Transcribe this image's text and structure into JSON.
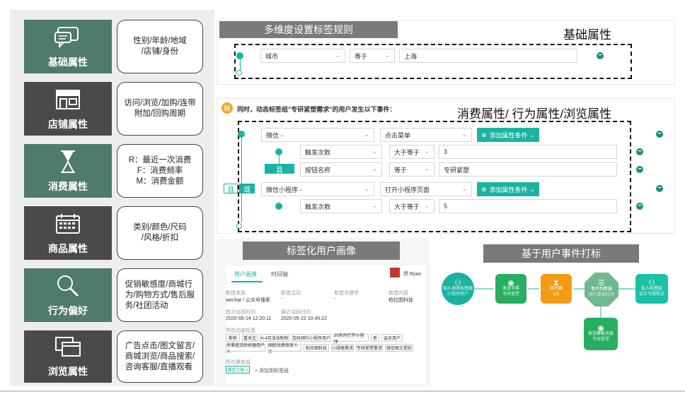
{
  "categories": [
    {
      "name": "基础属性",
      "icon": "chat-icon",
      "desc": "性别/年龄/地域\n/店铺/身份"
    },
    {
      "name": "店铺属性",
      "icon": "store-icon",
      "desc": "访问/浏览/加购/连带\n附加/回购周期"
    },
    {
      "name": "消费属性",
      "icon": "hourglass-icon",
      "desc": "R：最近一次消费\nF：消费频率\nM：消费金额"
    },
    {
      "name": "商品属性",
      "icon": "calendar-icon",
      "desc": "类别/颜色/尺码\n/风格/折扣"
    },
    {
      "name": "行为偏好",
      "icon": "magnifier-icon",
      "desc": "促销敏感度/商城行\n为/购物方式/售后服\n务/社团活动"
    },
    {
      "name": "浏览属性",
      "icon": "windows-icon",
      "desc": "广告点击/图文留言/\n商城浏览/商品搜索/\n咨询客服/直播观看"
    }
  ],
  "rule_panel": {
    "title": "多维度设置标签规则",
    "basic_label": "基础属性",
    "row1": {
      "field": "城市",
      "op": "等于",
      "value": "上海"
    }
  },
  "event_panel": {
    "header": "同时，动态标签组\"专研紧塑需求\"的用户发生以下事件：",
    "big_label": "消费属性/ 行为属性/浏览属性",
    "ev1": {
      "source": "微信 -",
      "action": "点击菜单",
      "add_btn": "添加属性条件"
    },
    "ev1_cond1": {
      "field": "触发次数",
      "op": "大于等于",
      "value": "3"
    },
    "ev1_cond2": {
      "field": "按钮名称",
      "op": "等于",
      "value": "专研紧塑"
    },
    "and_tag": "且",
    "and_tag2": "且",
    "or_tag": "或",
    "ev2": {
      "source": "微信小程序 -",
      "action": "打开小程序页面",
      "add_btn": "添加属性条件"
    },
    "ev2_cond1": {
      "field": "触发次数",
      "op": "大于等于",
      "value": "5"
    }
  },
  "profile": {
    "title": "标签化用户画像",
    "tabs": [
      "用户画像",
      "时间轴"
    ],
    "user_name": "然 Ryan",
    "fields": [
      {
        "label": "新建来源",
        "value": "wechat / 公众号搜索"
      },
      {
        "label": "新建活动",
        "value": "-"
      },
      {
        "label": "新建关键字",
        "value": "-"
      },
      {
        "label": "新建内容",
        "value": "柏拉图科技"
      }
    ],
    "first_visit_label": "首次出现时间",
    "first_visit": "2020-05-14 12:20:11",
    "last_visit_label": "最近活跃时间",
    "last_visit": "2020-05-22 10:45:22",
    "dyn_label": "所在动态标签",
    "chips_row1": [
      "新粉",
      "重关注",
      "H.4月活动新粉",
      "宝妈预约小程序用户",
      "30天内打开小程序",
      "男",
      "会员用户"
    ],
    "chips_row2": [
      "多渠道活跃机器用户人",
      "国航优质商旅人士",
      "柏拉图科技",
      "小绿瓶需求",
      "专研紧塑需求",
      "微信图文提前"
    ],
    "static_label": "所在静态组",
    "static_chip": "微信三班 ×",
    "add_group": "+ 添加到标签组"
  },
  "flow": {
    "title": "基于用户事件打标",
    "nodes": [
      {
        "label": "加入动态标签组",
        "sub": "小程序用户"
      },
      {
        "label": "发送卡券",
        "sub": "专研紧塑"
      },
      {
        "label": "延时器",
        "sub": "1天"
      },
      {
        "label": "事件判断器",
        "sub": "用户是否打开"
      },
      {
        "label": "加入标签组",
        "sub": "会员专属推送"
      },
      {
        "label": "发送模板消息",
        "sub": "专研紧塑"
      }
    ]
  }
}
